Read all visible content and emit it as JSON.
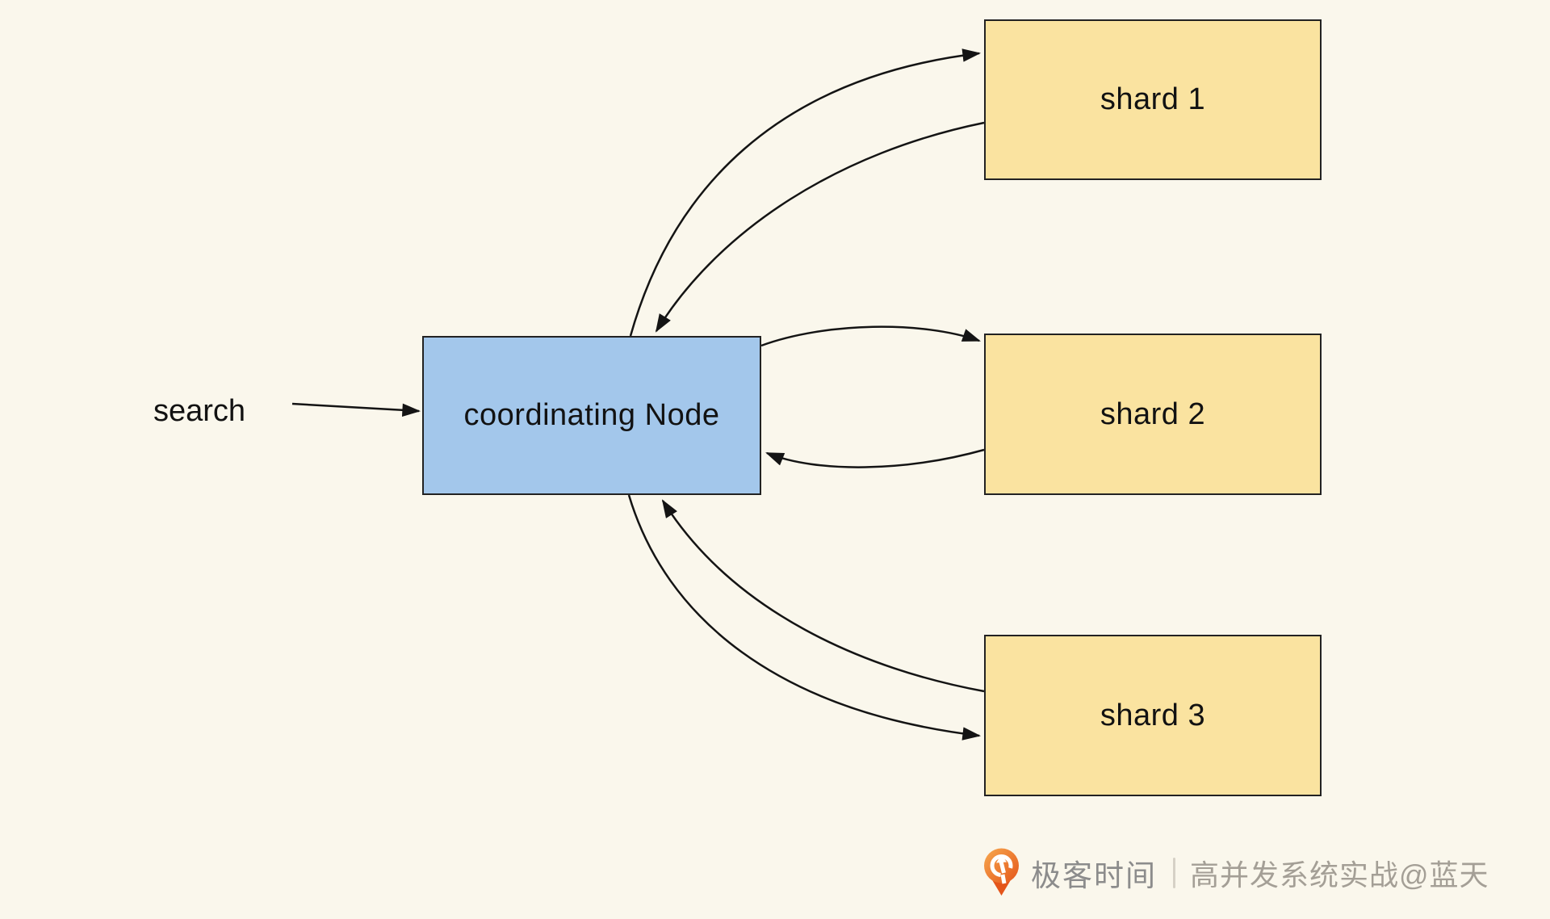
{
  "diagram": {
    "search_label": "search",
    "coordinator": {
      "label": "coordinating Node"
    },
    "shards": [
      {
        "label": "shard 1"
      },
      {
        "label": "shard 2"
      },
      {
        "label": "shard 3"
      }
    ],
    "connections": [
      {
        "from": "search",
        "to": "coordinating Node",
        "type": "request"
      },
      {
        "from": "coordinating Node",
        "to": "shard 1",
        "type": "fan-out query"
      },
      {
        "from": "shard 1",
        "to": "coordinating Node",
        "type": "response"
      },
      {
        "from": "coordinating Node",
        "to": "shard 2",
        "type": "fan-out query"
      },
      {
        "from": "shard 2",
        "to": "coordinating Node",
        "type": "response"
      },
      {
        "from": "coordinating Node",
        "to": "shard 3",
        "type": "fan-out query"
      },
      {
        "from": "shard 3",
        "to": "coordinating Node",
        "type": "response"
      }
    ]
  },
  "watermark": {
    "brand": "极客时间",
    "credit": "高并发系统实战@蓝天"
  },
  "colors": {
    "background": "#FAF7EC",
    "coordinator_fill": "#A3C7EB",
    "shard_fill": "#FAE3A0",
    "box_border": "#222222",
    "arrow": "#141414",
    "text": "#121212",
    "brand_orange_light": "#F7A94F",
    "brand_orange_dark": "#E4551A",
    "brand_text": "#8C8C8C",
    "credit_text": "#A49F96",
    "divider": "#D6D1C6"
  }
}
